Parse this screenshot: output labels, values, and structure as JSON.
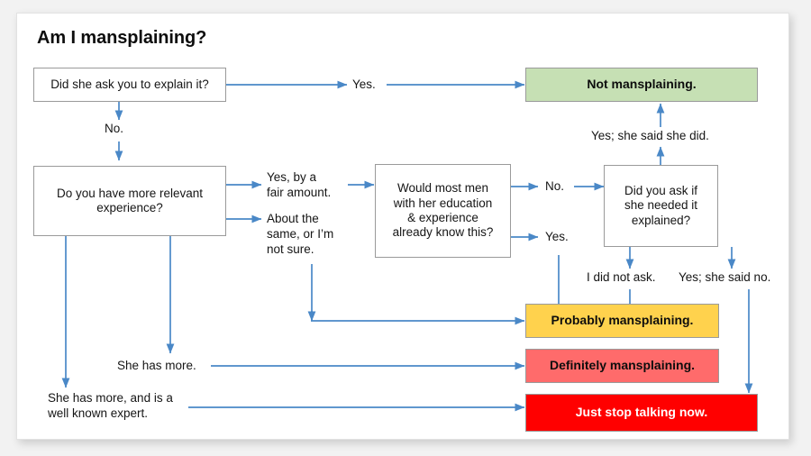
{
  "page": {
    "title": "Am I mansplaining?",
    "background_color": "#f2f2f2",
    "card_color": "#ffffff"
  },
  "colors": {
    "arrow": "#4a88c7",
    "box_border": "#9a9a9a",
    "not_mansplaining": "#c6e0b4",
    "probably_mansplaining": "#ffd24d",
    "definitely_mansplaining": "#ff6b6b",
    "just_stop": "#ff0000",
    "text_dark": "#0d0d0d",
    "text_light": "#ffffff"
  },
  "nodes": {
    "q_asked_to_explain": "Did she ask you to explain it?",
    "q_more_experience": "Do you have more relevant experience?",
    "q_most_men_know": "Would most men\nwith her education\n& experience\nalready know this?",
    "q_did_you_ask": "Did you ask if\nshe needed it\nexplained?",
    "outcome_not": "Not mansplaining.",
    "outcome_probably": "Probably mansplaining.",
    "outcome_definitely": "Definitely mansplaining.",
    "outcome_stop": "Just stop talking now."
  },
  "edge_labels": {
    "yes_top": "Yes.",
    "no_down": "No.",
    "yes_fair_amount": "Yes, by a\nfair amount.",
    "about_the_same": "About the\nsame, or I’m\nnot sure.",
    "no_center": "No.",
    "yes_center": "Yes.",
    "yes_she_said_she_did": "Yes; she said she did.",
    "i_did_not_ask": "I did not ask.",
    "yes_she_said_no": "Yes; she said no.",
    "she_has_more": "She has more.",
    "she_has_more_expert": "She has more, and is a\nwell known expert."
  }
}
